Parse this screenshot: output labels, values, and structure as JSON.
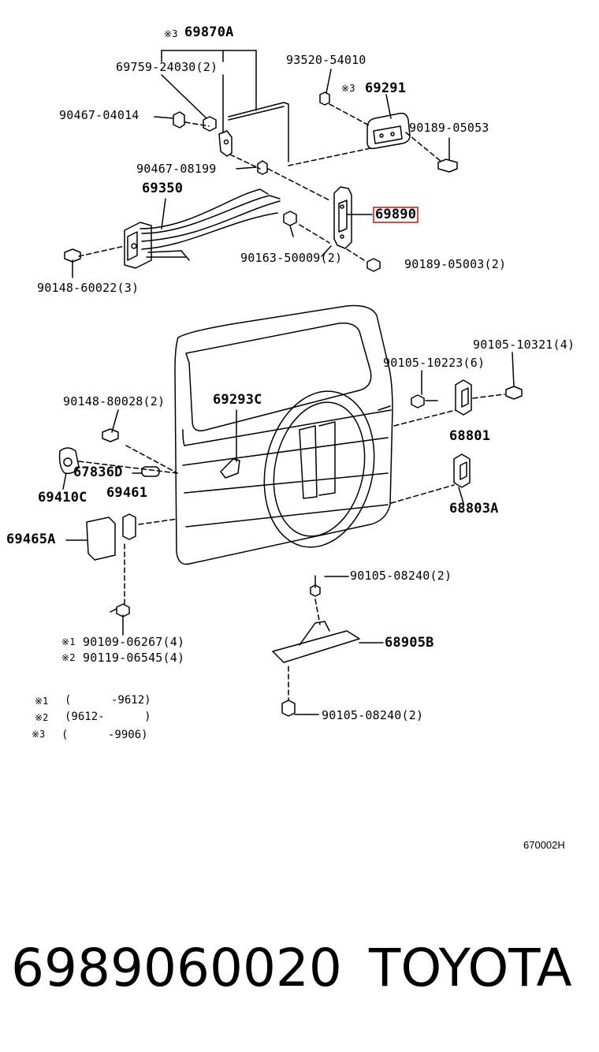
{
  "diagram": {
    "labels": {
      "p69870A": "69870A",
      "p69759": "69759-24030(2)",
      "p93520": "93520-54010",
      "p69291": "69291",
      "p90467a": "90467-04014",
      "p90189a": "90189-05053",
      "p90467b": "90467-08199",
      "p69350": "69350",
      "p69890": "69890",
      "p90163": "90163-50009(2)",
      "p90189b": "90189-05003(2)",
      "p90148a": "90148-60022(3)",
      "p90105a": "90105-10321(4)",
      "p90105b": "90105-10223(6)",
      "p90148b": "90148-80028(2)",
      "p69293C": "69293C",
      "p68801": "68801",
      "p67836D": "67836D",
      "p69410C": "69410C",
      "p69461": "69461",
      "p68803A": "68803A",
      "p69465A": "69465A",
      "p90105c": "90105-08240(2)",
      "p90109": "90109-06267(4)",
      "p90119": "90119-06545(4)",
      "p68905B": "68905B",
      "p90105d": "90105-08240(2)"
    },
    "marks": {
      "m3a": "※3",
      "m3b": "※3",
      "m1": "※1",
      "m2": "※2"
    },
    "notes": [
      {
        "mark": "※1",
        "range": "(      -9612)"
      },
      {
        "mark": "※2",
        "range": "(9612-      )"
      },
      {
        "mark": "※3",
        "range": "(      -9906)"
      }
    ],
    "reference_code": "670002H",
    "highlighted_part": "69890"
  },
  "footer": {
    "part_number": "6989060020",
    "brand": "TOYOTA"
  }
}
